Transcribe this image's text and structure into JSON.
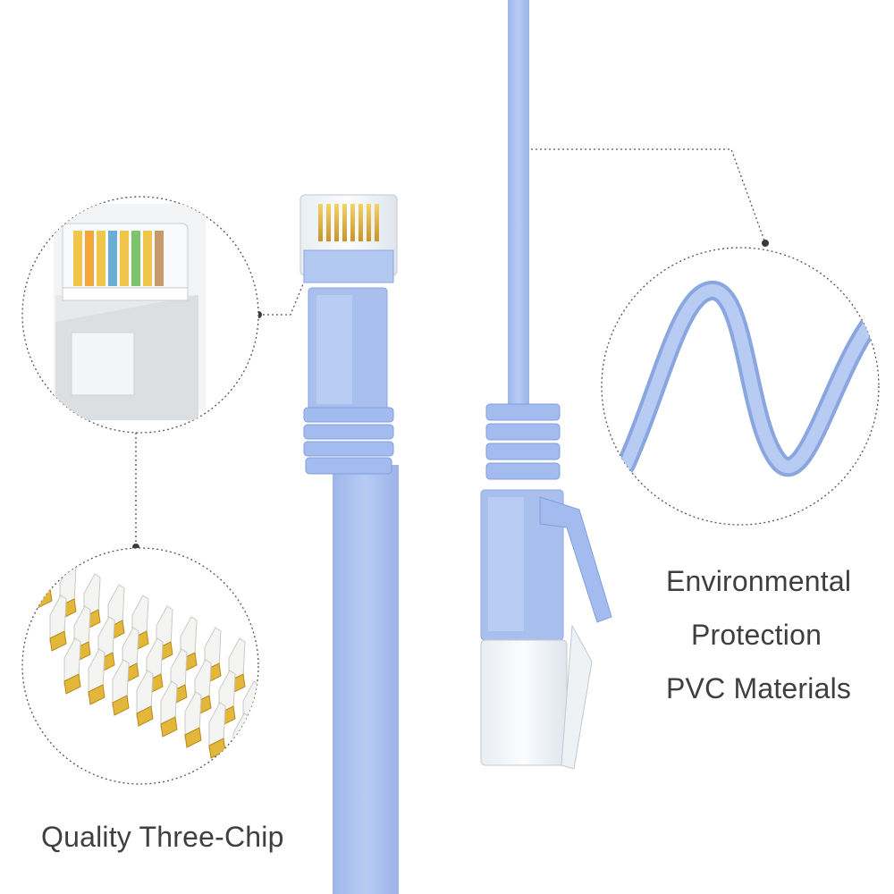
{
  "captions": {
    "quality": "Quality Three-Chip",
    "environmental_line1": "Environmental",
    "environmental_line2": "Protection",
    "environmental_line3": "PVC Materials"
  },
  "colors": {
    "cable": "#a9c0ef",
    "cable_dark": "#8aa6e0",
    "gold": "#e2b73a",
    "caption": "#3f3f3f"
  }
}
